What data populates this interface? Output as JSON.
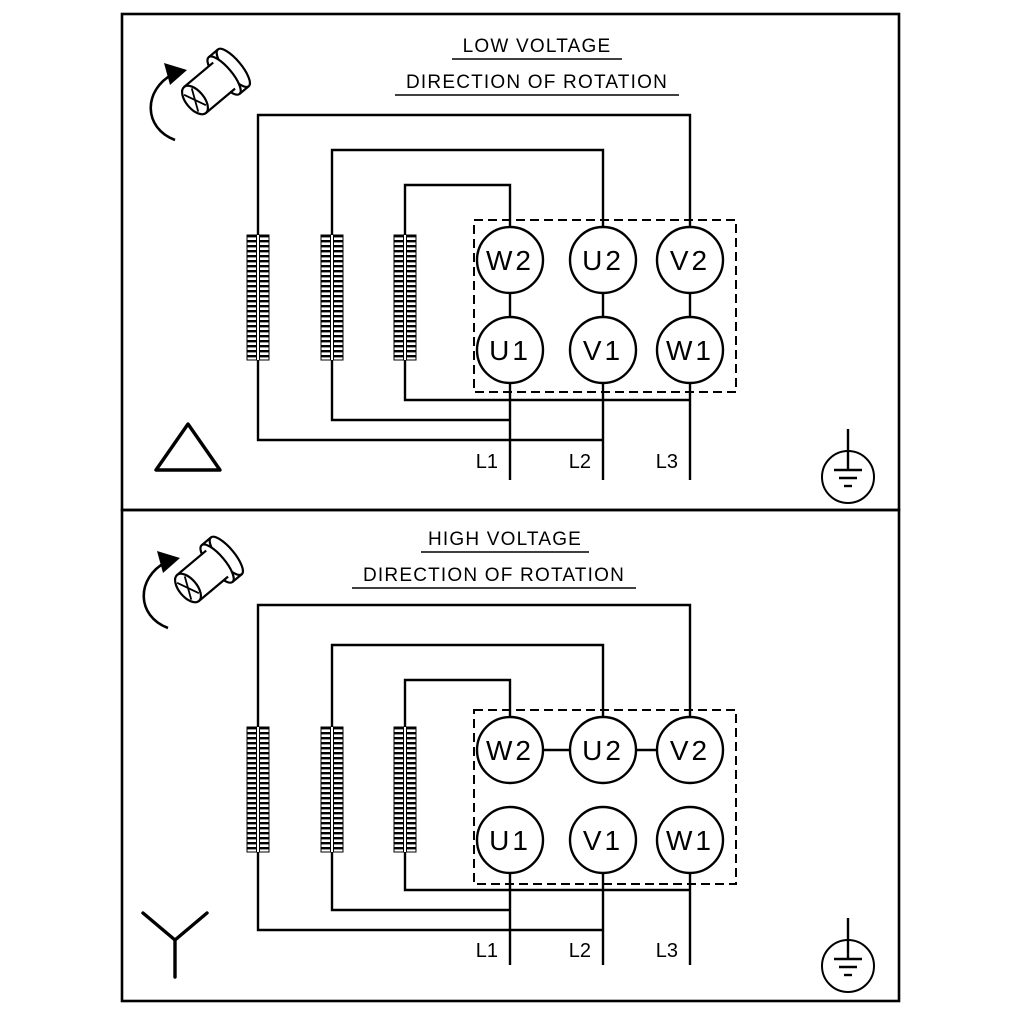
{
  "diagram": {
    "background": "#ffffff",
    "line_color": "#000000",
    "panels": [
      {
        "title": "LOW VOLTAGE",
        "subtitle": "DIRECTION OF ROTATION",
        "connection": "delta",
        "terminals_top": [
          "W2",
          "U2",
          "V2"
        ],
        "terminals_bottom": [
          "U1",
          "V1",
          "W1"
        ],
        "supply_lines": [
          "L1",
          "L2",
          "L3"
        ]
      },
      {
        "title": "HIGH VOLTAGE",
        "subtitle": "DIRECTION OF ROTATION",
        "connection": "star",
        "terminals_top": [
          "W2",
          "U2",
          "V2"
        ],
        "terminals_bottom": [
          "U1",
          "V1",
          "W1"
        ],
        "supply_lines": [
          "L1",
          "L2",
          "L3"
        ]
      }
    ]
  }
}
